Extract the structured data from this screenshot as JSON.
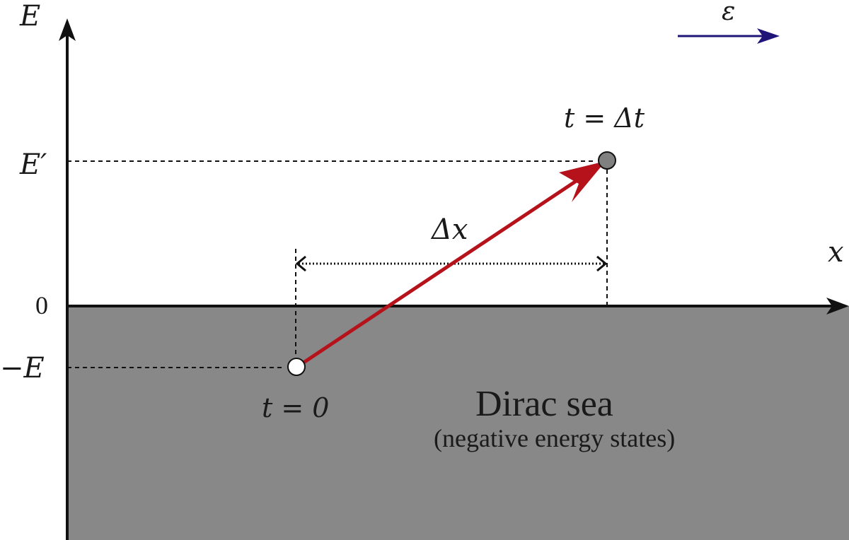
{
  "axes": {
    "y_label": "E",
    "x_label": "x",
    "y_ticks": {
      "e_prime": "E′",
      "zero": "0",
      "minus_e": "−E"
    }
  },
  "field": {
    "symbol": "ε",
    "color": "#1f1478"
  },
  "points": {
    "start_label": "t = 0",
    "end_label": "t = Δt"
  },
  "displacement_label": "Δx",
  "sea": {
    "title": "Dirac sea",
    "subtitle": "(negative energy states)",
    "color": "#888888"
  },
  "colors": {
    "trajectory": "#b5121b",
    "axis": "#111111",
    "end_point_fill": "#808080",
    "start_point_fill": "#ffffff"
  }
}
